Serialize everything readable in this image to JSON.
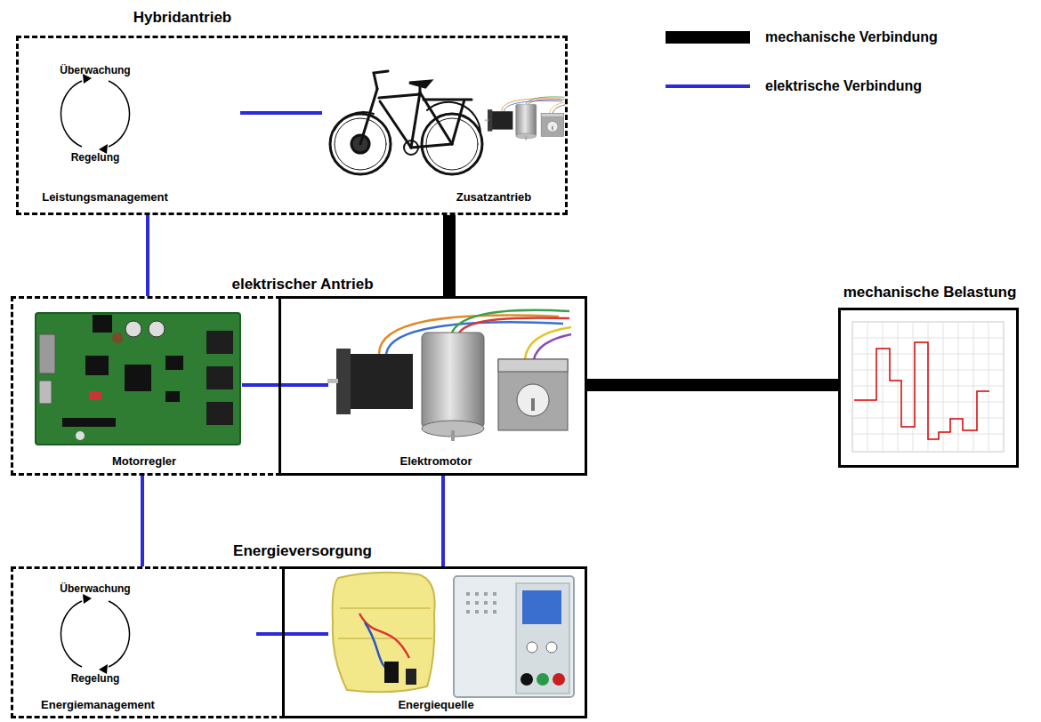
{
  "diagram": {
    "nodes": [
      {
        "text": [
          "Hybridantrieb"
        ]
      },
      {
        "text": [
          "Überwachung",
          "Regelung",
          "Leistungsmanagement"
        ],
        "in": 0
      },
      {
        "text": [
          "Zusatzantrieb"
        ],
        "in": 0
      },
      {
        "text": [
          "Motorregler"
        ]
      },
      {
        "text": [
          "Elektromotor"
        ]
      },
      {
        "text": [
          "mechanische Belastung"
        ]
      },
      {
        "text": [
          "Überwachung",
          "Regelung",
          "Energiemanagement"
        ]
      },
      {
        "text": [
          "Energiequelle"
        ]
      }
    ],
    "edges": [
      {
        "from": 1,
        "to": 2,
        "arrow": "none"
      },
      {
        "from": 0,
        "to": 3,
        "arrow": "none"
      },
      {
        "from": 0,
        "to": 4,
        "arrow": "none"
      },
      {
        "from": 3,
        "to": 4,
        "arrow": "none"
      },
      {
        "from": 4,
        "to": 5,
        "arrow": "none"
      },
      {
        "from": 3,
        "to": 6,
        "arrow": "none"
      },
      {
        "from": 4,
        "to": 7,
        "arrow": "none"
      },
      {
        "from": 6,
        "to": 7,
        "arrow": "none"
      }
    ],
    "labels": [
      "elektrischer Antrieb",
      "Energieversorgung"
    ],
    "legend": [
      {
        "text": "mechanische Verbindung"
      },
      {
        "text": "elektrische Verbindung"
      }
    ]
  }
}
